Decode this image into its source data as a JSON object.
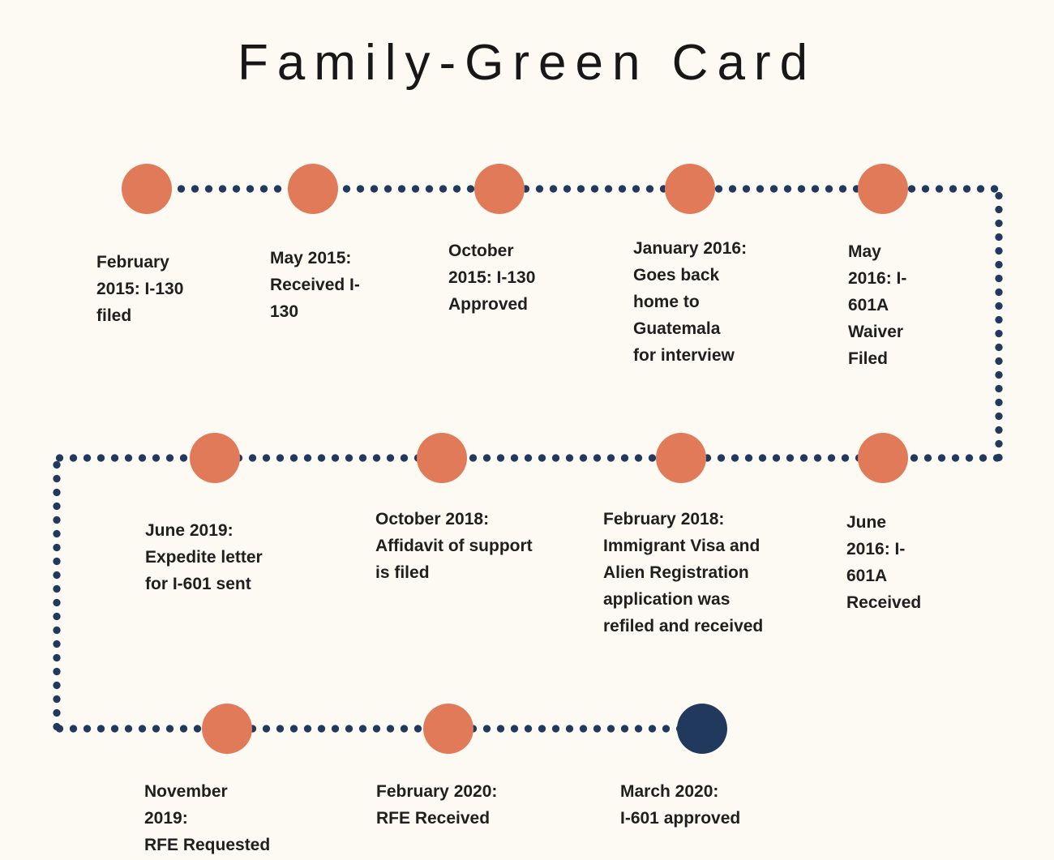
{
  "title": "Family-Green Card",
  "colors": {
    "background": "#FCFAF3",
    "marker": "#E17A59",
    "marker_final": "#22395E",
    "connector": "#22395E",
    "text": "#1F1F1F"
  },
  "timeline": {
    "events": [
      {
        "label": "February\n2015: I-130\nfiled",
        "marker_color": "orange"
      },
      {
        "label": "May 2015:\nReceived I-\n130",
        "marker_color": "orange"
      },
      {
        "label": "October\n2015: I-130\nApproved",
        "marker_color": "orange"
      },
      {
        "label": "January 2016:\nGoes back\nhome to\nGuatemala\nfor interview",
        "marker_color": "orange"
      },
      {
        "label": "May\n2016: I-\n601A\nWaiver\nFiled",
        "marker_color": "orange"
      },
      {
        "label": "June 2019:\nExpedite letter\nfor I-601 sent",
        "marker_color": "orange"
      },
      {
        "label": "October 2018:\nAffidavit of support\nis filed",
        "marker_color": "orange"
      },
      {
        "label": "February 2018:\nImmigrant Visa and\nAlien Registration\napplication was\nrefiled and received",
        "marker_color": "orange"
      },
      {
        "label": "June\n2016: I-\n601A\nReceived",
        "marker_color": "orange"
      },
      {
        "label": "November\n2019:\nRFE Requested",
        "marker_color": "orange"
      },
      {
        "label": "February 2020:\nRFE Received",
        "marker_color": "orange"
      },
      {
        "label": "March 2020:\nI-601 approved",
        "marker_color": "navy"
      }
    ]
  }
}
